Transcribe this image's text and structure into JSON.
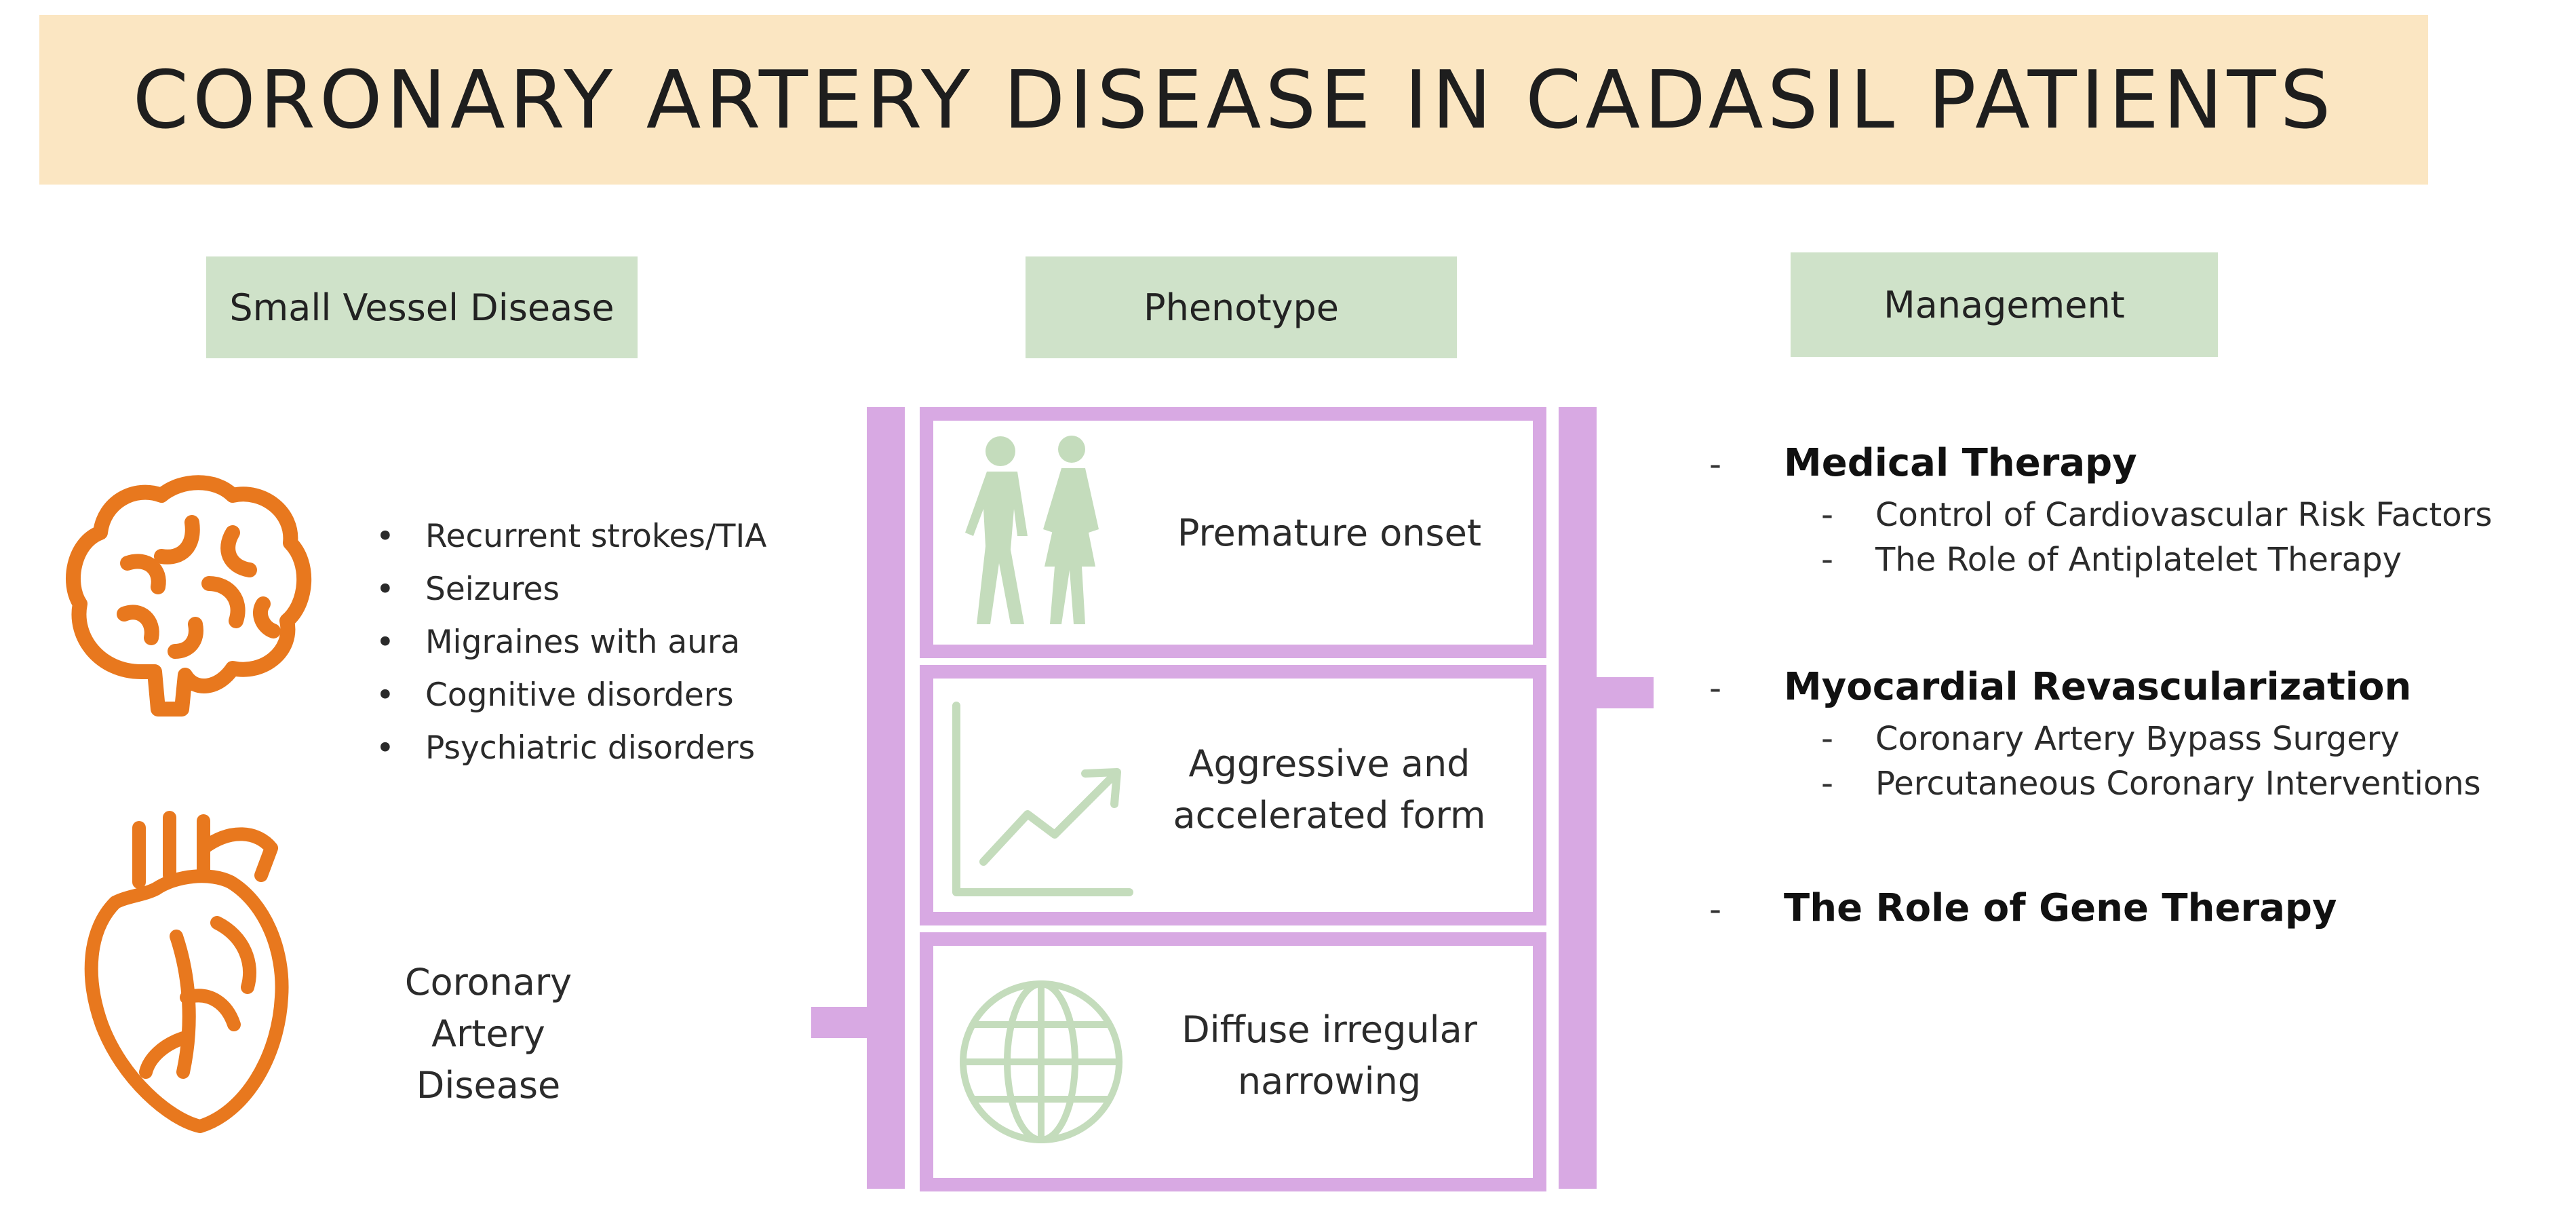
{
  "title": "CORONARY ARTERY DISEASE IN CADASIL PATIENTS",
  "columns": {
    "left": "Small Vessel Disease",
    "middle": "Phenotype",
    "right": "Management"
  },
  "small_vessel": {
    "bullet_glyph": "•",
    "items": [
      "Recurrent strokes/TIA",
      "Seizures",
      "Migraines with aura",
      "Cognitive disorders",
      "Psychiatric disorders"
    ],
    "coronary_line1": "Coronary Artery",
    "coronary_line2": "Disease"
  },
  "phenotype": {
    "box1": {
      "line1": "Premature onset"
    },
    "box2": {
      "line1": "Aggressive and",
      "line2": "accelerated form"
    },
    "box3": {
      "line1": "Diffuse irregular",
      "line2": "narrowing"
    }
  },
  "management": {
    "dash": "-",
    "groups": [
      {
        "heading": "Medical Therapy",
        "items": [
          "Control of Cardiovascular Risk Factors",
          "The Role of Antiplatelet Therapy"
        ]
      },
      {
        "heading": "Myocardial Revascularization",
        "items": [
          "Coronary Artery Bypass Surgery",
          "Percutaneous Coronary Interventions"
        ]
      },
      {
        "heading": "The Role of Gene Therapy",
        "items": []
      }
    ]
  },
  "colors": {
    "banner": "#fbe6c2",
    "label_green": "#cfe2c9",
    "bracket_purple": "#d8a9e3",
    "icon_orange": "#e8781e",
    "icon_green": "#c4dcbc"
  }
}
